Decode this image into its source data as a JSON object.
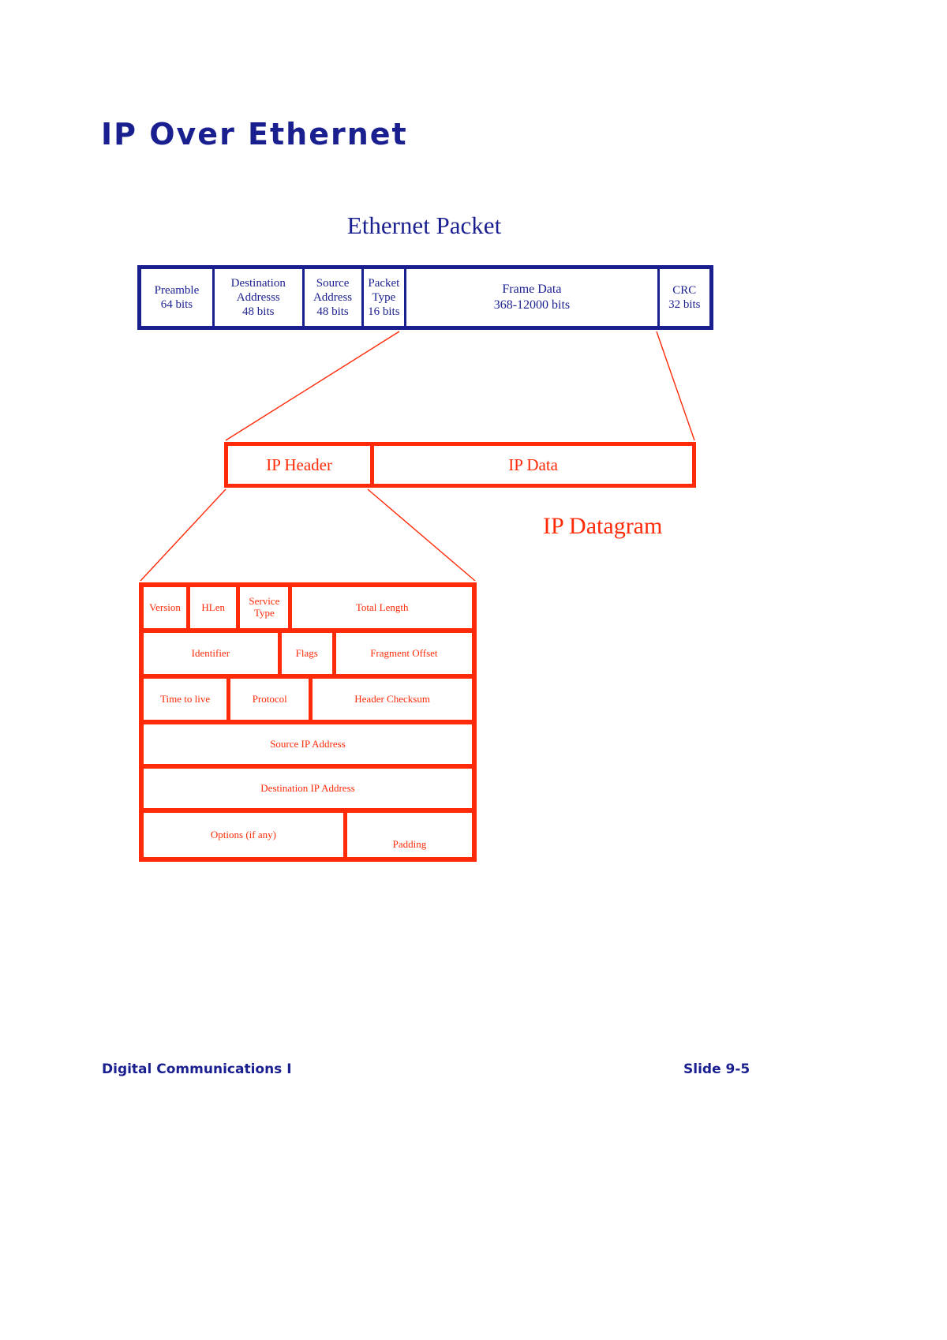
{
  "slide": {
    "title": "IP Over Ethernet",
    "colors": {
      "blue": "#1a1f8f",
      "red": "#ff2a08",
      "background": "#ffffff"
    }
  },
  "ethernet": {
    "heading": "Ethernet Packet",
    "fields": [
      {
        "name": "Preamble",
        "line1": "Preamble",
        "line2": "64 bits",
        "line3": ""
      },
      {
        "name": "Destination Address",
        "line1": "Destination",
        "line2": "Addresss",
        "line3": "48 bits"
      },
      {
        "name": "Source Address",
        "line1": "Source",
        "line2": "Address",
        "line3": "48 bits"
      },
      {
        "name": "Packet Type",
        "line1": "Packet",
        "line2": "Type",
        "line3": "16 bits"
      },
      {
        "name": "Frame Data",
        "line1": "Frame Data",
        "line2": "368-12000 bits",
        "line3": ""
      },
      {
        "name": "CRC",
        "line1": "CRC",
        "line2": "32 bits",
        "line3": ""
      }
    ]
  },
  "datagram": {
    "label": "IP Datagram",
    "header_cell": "IP Header",
    "data_cell": "IP Data"
  },
  "ip_header": {
    "rows": [
      {
        "cells": [
          "Version",
          "HLen",
          "Service\nType",
          "Total Length"
        ]
      },
      {
        "cells": [
          "Identifier",
          "Flags",
          "Fragment Offset"
        ]
      },
      {
        "cells": [
          "Time to live",
          "Protocol",
          "Header Checksum"
        ]
      },
      {
        "cells": [
          "Source IP Address"
        ]
      },
      {
        "cells": [
          "Destination IP Address"
        ]
      },
      {
        "cells": [
          "Options (if any)",
          "Padding"
        ]
      }
    ],
    "r1c1": "Version",
    "r1c2": "HLen",
    "r1c3a": "Service",
    "r1c3b": "Type",
    "r1c4": "Total Length",
    "r2c1": "Identifier",
    "r2c2": "Flags",
    "r2c3": "Fragment Offset",
    "r3c1": "Time to live",
    "r3c2": "Protocol",
    "r3c3": "Header Checksum",
    "r4c1": "Source IP Address",
    "r5c1": "Destination IP Address",
    "r6c1": "Options (if any)",
    "r6c2": "Padding"
  },
  "footer": {
    "left": "Digital Communications I",
    "right": "Slide 9-5"
  }
}
